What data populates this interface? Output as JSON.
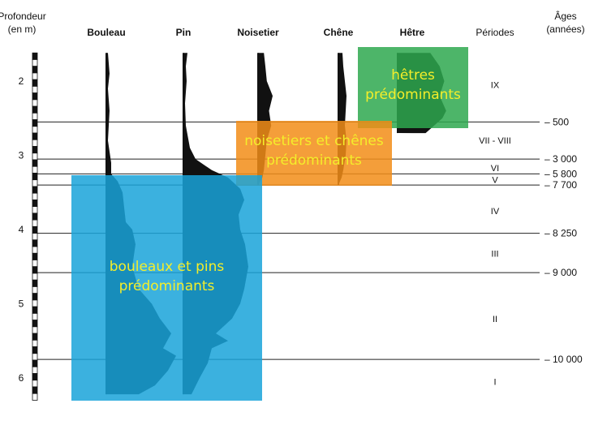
{
  "chart_data": {
    "type": "area",
    "depth_header": [
      "Profondeur",
      "(en m)"
    ],
    "age_header": [
      "Âges",
      "(années)"
    ],
    "periods_header": "Périodes",
    "depth_axis": {
      "ticks": [
        2,
        3,
        4,
        5,
        6
      ],
      "ylim": [
        1.6,
        6.25
      ]
    },
    "series": [
      {
        "name": "Bouleau",
        "depth": [
          1.62,
          1.9,
          2.1,
          2.4,
          2.8,
          3.1,
          3.25,
          3.35,
          3.5,
          3.7,
          3.9,
          4.0,
          4.2,
          4.5,
          4.8,
          5.0,
          5.2,
          5.4,
          5.6,
          5.7,
          5.9,
          6.1,
          6.22
        ],
        "values": [
          1,
          2,
          1,
          2,
          1,
          3,
          3,
          7,
          10,
          11,
          12,
          16,
          18,
          16,
          20,
          28,
          33,
          40,
          35,
          43,
          38,
          30,
          20
        ]
      },
      {
        "name": "Pin",
        "depth": [
          1.62,
          1.8,
          2.0,
          2.3,
          2.6,
          2.9,
          3.05,
          3.2,
          3.3,
          3.45,
          3.6,
          3.8,
          4.0,
          4.2,
          4.5,
          4.8,
          5.0,
          5.2,
          5.4,
          5.5,
          5.6,
          5.8,
          6.0,
          6.22
        ],
        "values": [
          5,
          3,
          4,
          2,
          3,
          8,
          15,
          35,
          55,
          70,
          75,
          68,
          70,
          76,
          80,
          75,
          70,
          60,
          40,
          55,
          35,
          30,
          20,
          10
        ]
      },
      {
        "name": "Noisetier",
        "depth": [
          1.62,
          1.8,
          2.0,
          2.2,
          2.4,
          2.6,
          2.8,
          3.0,
          3.2,
          3.3,
          3.4
        ],
        "values": [
          8,
          10,
          12,
          20,
          15,
          18,
          12,
          10,
          8,
          6,
          0
        ]
      },
      {
        "name": "Chêne",
        "depth": [
          1.62,
          1.8,
          2.0,
          2.2,
          2.4,
          2.6,
          2.8,
          3.0,
          3.2,
          3.3,
          3.4
        ],
        "values": [
          5,
          6,
          8,
          10,
          9,
          8,
          10,
          9,
          6,
          4,
          0
        ]
      },
      {
        "name": "Hêtre",
        "depth": [
          1.62,
          1.8,
          2.0,
          2.2,
          2.4,
          2.5,
          2.7
        ],
        "values": [
          35,
          45,
          50,
          45,
          52,
          48,
          30
        ]
      }
    ],
    "boundaries": [
      {
        "depth": 2.55,
        "age": "500"
      },
      {
        "depth": 3.05,
        "age": "3 000"
      },
      {
        "depth": 3.25,
        "age": "5 800"
      },
      {
        "depth": 3.4,
        "age": "7 700"
      },
      {
        "depth": 4.05,
        "age": "8 250"
      },
      {
        "depth": 4.58,
        "age": "9 000"
      },
      {
        "depth": 5.75,
        "age": "10 000"
      }
    ],
    "periods": [
      {
        "label": "IX",
        "depth": 2.05
      },
      {
        "label": "VII - VIII",
        "depth": 2.8
      },
      {
        "label": "VI",
        "depth": 3.17
      },
      {
        "label": "V",
        "depth": 3.33
      },
      {
        "label": "IV",
        "depth": 3.75
      },
      {
        "label": "III",
        "depth": 4.32
      },
      {
        "label": "II",
        "depth": 5.2
      },
      {
        "label": "I",
        "depth": 6.05
      }
    ],
    "zones": [
      {
        "lines": [
          "hêtres",
          "prédominants"
        ],
        "color": "#2ea84f"
      },
      {
        "lines": [
          "noisetiers et chênes",
          "prédominants"
        ],
        "color": "#f28d18"
      },
      {
        "lines": [
          "bouleaux et pins",
          "prédominants"
        ],
        "color": "#19a3d9"
      }
    ]
  }
}
